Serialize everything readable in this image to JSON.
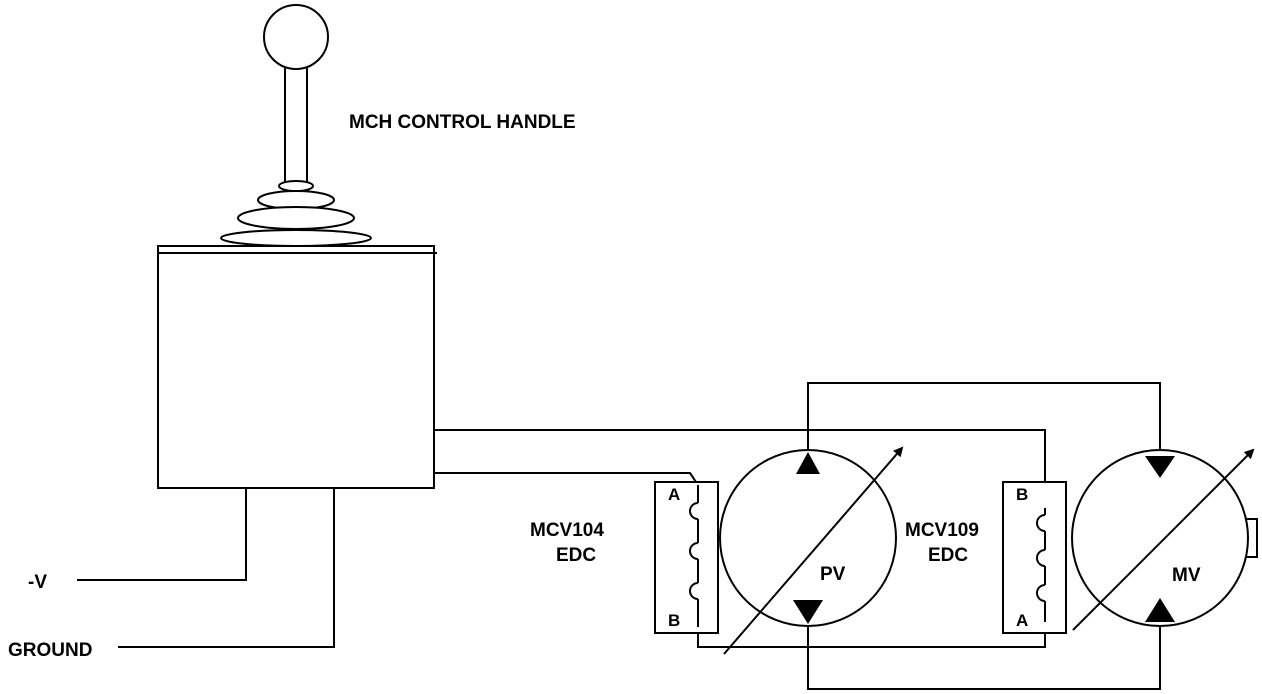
{
  "handle": {
    "label": "MCH CONTROL HANDLE"
  },
  "terminals": {
    "neg_v": "-V",
    "ground": "GROUND"
  },
  "pump": {
    "valve_label_1": "MCV104",
    "valve_label_2": "EDC",
    "top_terminal": "A",
    "bottom_terminal": "B",
    "unit": "PV"
  },
  "motor": {
    "valve_label_1": "MCV109",
    "valve_label_2": "EDC",
    "top_terminal": "B",
    "bottom_terminal": "A",
    "unit": "MV"
  }
}
